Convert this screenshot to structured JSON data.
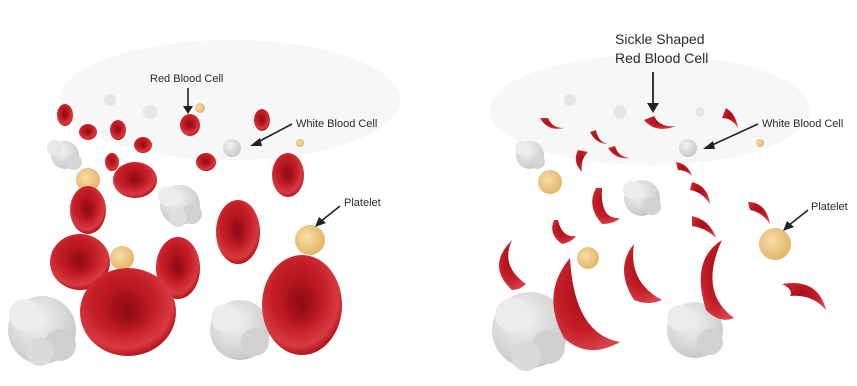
{
  "normal_panel": {
    "labels": {
      "red_blood_cell": "Red Blood Cell",
      "white_blood_cell": "White Blood Cell",
      "platelet": "Platelet"
    }
  },
  "sickle_panel": {
    "labels": {
      "sickle_line1": "Sickle Shaped",
      "sickle_line2": "Red Blood Cell",
      "white_blood_cell": "White Blood Cell",
      "platelet": "Platelet"
    }
  },
  "colors": {
    "rbc_dark": "#a0121b",
    "rbc_mid": "#c8202a",
    "rbc_light": "#e0484f",
    "wbc": "#dcdcdc",
    "platelet": "#eec98a"
  }
}
